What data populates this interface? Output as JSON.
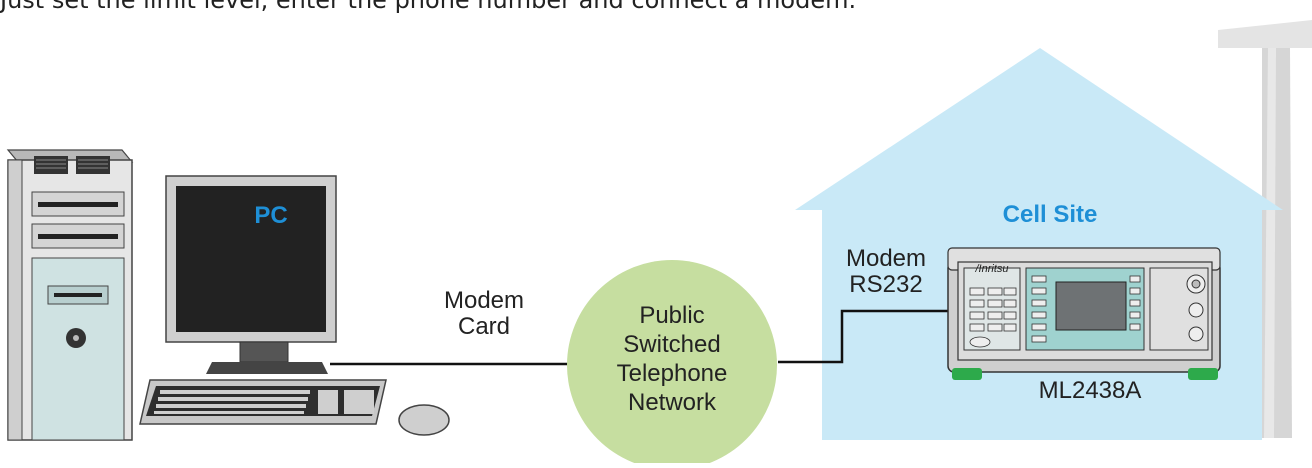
{
  "caption": "Just set the limit level, enter the phone number and connect a modem.",
  "labels": {
    "pc": "PC",
    "modem_card_1": "Modem",
    "modem_card_2": "Card",
    "pstn_1": "Public",
    "pstn_2": "Switched",
    "pstn_3": "Telephone",
    "pstn_4": "Network",
    "cell_site": "Cell Site",
    "modem_rs232_1": "Modem",
    "modem_rs232_2": "RS232",
    "instrument_brand": "/Inritsu",
    "instrument_model": "ML2438A"
  },
  "colors": {
    "house_fill": "#c9e9f7",
    "cloud_fill": "#c6dea0",
    "accent_text": "#1e8fd6",
    "tower": "#d9d9d9",
    "monitor_screen": "#222222",
    "instrument_body": "#d8d8d8",
    "instrument_screen": "#6e7274",
    "instrument_panel": "#9fd2cf",
    "feet": "#2daa4b"
  }
}
